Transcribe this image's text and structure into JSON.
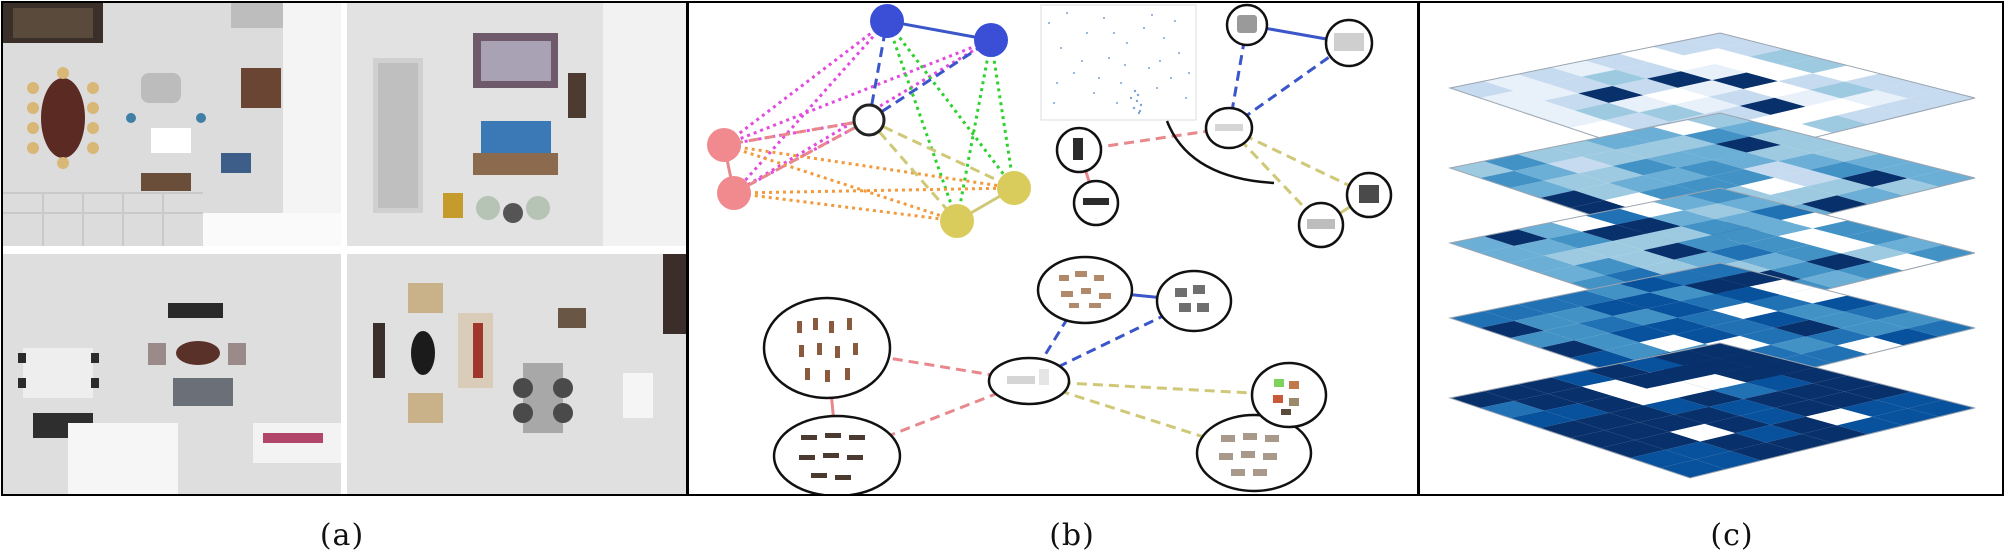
{
  "figure": {
    "captions": [
      "(a)",
      "(b)",
      "(c)"
    ]
  },
  "colors": {
    "frame": "#000000",
    "node_blue": "#3a4fd6",
    "node_pink": "#f08a8f",
    "node_olive": "#d9cc5c",
    "edge_magenta": "#e24ae0",
    "edge_green": "#2ed12e",
    "edge_orange": "#f29a3c",
    "edge_blue": "#3a56c9",
    "edge_pink": "#e8888c",
    "edge_olive": "#cfc876",
    "layer_dark": "#0a3f86",
    "layer_light": "#e9f1fa"
  },
  "icons": {
    "panel_a": "floor-plan-rendering",
    "panel_b": "scene-graph",
    "panel_c": "stacked-heatmap-layers"
  }
}
